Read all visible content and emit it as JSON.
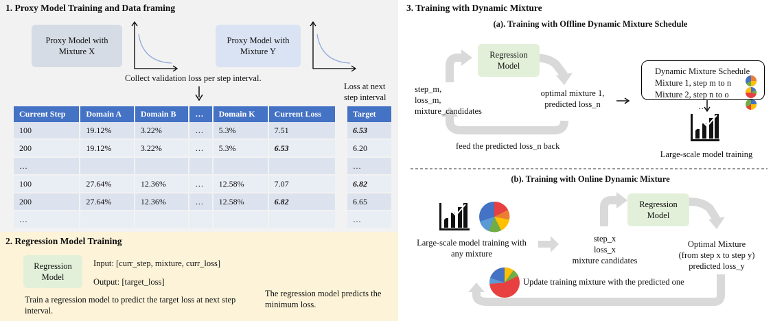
{
  "section1": {
    "title": "1. Proxy Model Training and Data framing",
    "proxy_x": "Proxy Model with Mixture X",
    "proxy_y": "Proxy Model with Mixture Y",
    "collect_text": "Collect validation loss per step interval.",
    "loss_next_label": "Loss at next step interval",
    "table": {
      "headers": [
        "Current Step",
        "Domain A",
        "Domain B",
        "…",
        "Domain K",
        "Current Loss"
      ],
      "rows": [
        [
          "100",
          "19.12%",
          "3.22%",
          "…",
          "5.3%",
          "7.51"
        ],
        [
          "200",
          "19.12%",
          "3.22%",
          "…",
          "5.3%",
          "6.53"
        ],
        [
          "…",
          "",
          "",
          "",
          "",
          ""
        ],
        [
          "100",
          "27.64%",
          "12.36%",
          "…",
          "12.58%",
          "7.07"
        ],
        [
          "200",
          "27.64%",
          "12.36%",
          "…",
          "12.58%",
          "6.82"
        ],
        [
          "…",
          "",
          "",
          "",
          "",
          ""
        ]
      ],
      "target_header": "Target",
      "target_values": [
        "6.53",
        "6.20",
        "…",
        "6.82",
        "6.65",
        "…"
      ]
    }
  },
  "section2": {
    "title": "2. Regression Model Training",
    "regression_label": "Regression Model",
    "input_text": "Input: [curr_step, mixture, curr_loss]",
    "output_text": "Output: [target_loss]",
    "train_text": "Train a regression model to predict the target loss at next step interval.",
    "predict_text": "The regression model predicts the minimum loss."
  },
  "section3": {
    "title": "3. Training with Dynamic Mixture",
    "offline": {
      "subtitle": "(a). Training with Offline Dynamic Mixture Schedule",
      "regression_label": "Regression Model",
      "inputs": [
        "step_m,",
        "loss_m,",
        "mixture_candidates"
      ],
      "outputs": [
        "optimal mixture 1,",
        "predicted loss_n"
      ],
      "feedback": "feed the predicted loss_n back",
      "schedule_title": "Dynamic Mixture Schedule",
      "schedule_items": [
        "Mixture 1, step m to n",
        "Mixture 2, step n to o",
        "…"
      ],
      "large_scale": "Large-scale model training"
    },
    "online": {
      "subtitle": "(b). Training with Online Dynamic Mixture",
      "regression_label": "Regression Model",
      "large_scale": "Large-scale model training with any mixture",
      "inputs": [
        "step_x",
        "loss_x",
        "mixture candidates"
      ],
      "outputs": [
        "Optimal Mixture",
        "(from step x to step y)",
        "predicted loss_y"
      ],
      "update_text": "Update training mixture with the predicted one"
    }
  },
  "colors": {
    "panel1_bg": "#f2f2f2",
    "panel2_bg": "#fcf3d8",
    "table_header": "#4472c4",
    "proxy_x_bg": "#d6dce5",
    "proxy_y_bg": "#dae3f3",
    "regression_bg": "#e2f0d9",
    "loop_arrow": "#d9d9d9"
  }
}
